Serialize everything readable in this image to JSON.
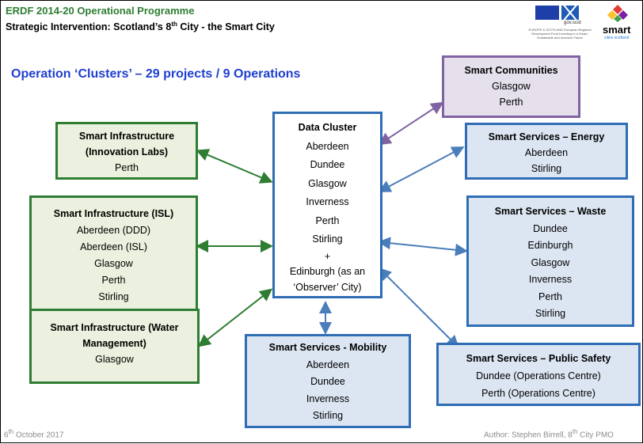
{
  "header": {
    "title": "ERDF 2014-20 Operational Programme",
    "subtitle_pre": "Strategic Intervention: Scotland’s 8",
    "subtitle_sup": "th",
    "subtitle_post": " City - the Smart City"
  },
  "logos": {
    "gov_label": "gov.scot",
    "eu_text": "EUROPE & SCOTLAND European Regional Development Fund Investing in a Smart, Sustainable and Inclusive Future",
    "smart_label": "smart",
    "smart_sub": "cities scotland"
  },
  "main": {
    "heading": "Operation ‘Clusters’ – 29 projects / 9 Operations",
    "boxes": {
      "smart_communities": {
        "title": "Smart Communities",
        "items": [
          "Glasgow",
          "Perth"
        ]
      },
      "infra_innovation": {
        "title": "Smart Infrastructure (Innovation Labs)",
        "items": [
          "Perth"
        ]
      },
      "data_cluster": {
        "title": "Data Cluster",
        "items": [
          "Aberdeen",
          "Dundee",
          "Glasgow",
          "Inverness",
          "Perth",
          "Stirling",
          "+",
          "Edinburgh (as an",
          "‘Observer’ City)"
        ]
      },
      "services_energy": {
        "title": "Smart Services – Energy",
        "items": [
          "Aberdeen",
          "Stirling"
        ]
      },
      "infra_isl": {
        "title": "Smart Infrastructure (ISL)",
        "items": [
          "Aberdeen (DDD)",
          "Aberdeen (ISL)",
          "Glasgow",
          "Perth",
          "Stirling"
        ]
      },
      "services_waste": {
        "title": "Smart Services – Waste",
        "items": [
          "Dundee",
          "Edinburgh",
          "Glasgow",
          "Inverness",
          "Perth",
          "Stirling"
        ]
      },
      "infra_water": {
        "title": "Smart Infrastructure (Water Management)",
        "items": [
          "Glasgow"
        ]
      },
      "services_mobility": {
        "title": "Smart Services - Mobility",
        "items": [
          "Aberdeen",
          "Dundee",
          "Inverness",
          "Stirling"
        ]
      },
      "services_safety": {
        "title": "Smart Services – Public Safety",
        "items": [
          "Dundee (Operations Centre)",
          "Perth (Operations Centre)"
        ]
      }
    }
  },
  "footer": {
    "date_pre": "6",
    "date_sup": "th",
    "date_post": " October 2017",
    "author_pre": "Author: Stephen Birrell, 8",
    "author_sup": "th",
    "author_post": " City PMO"
  },
  "colors": {
    "green_border": "#2e7d32",
    "blue_border": "#2f6db5",
    "purple_border": "#8064a2",
    "heading_blue": "#1f3fd0"
  }
}
